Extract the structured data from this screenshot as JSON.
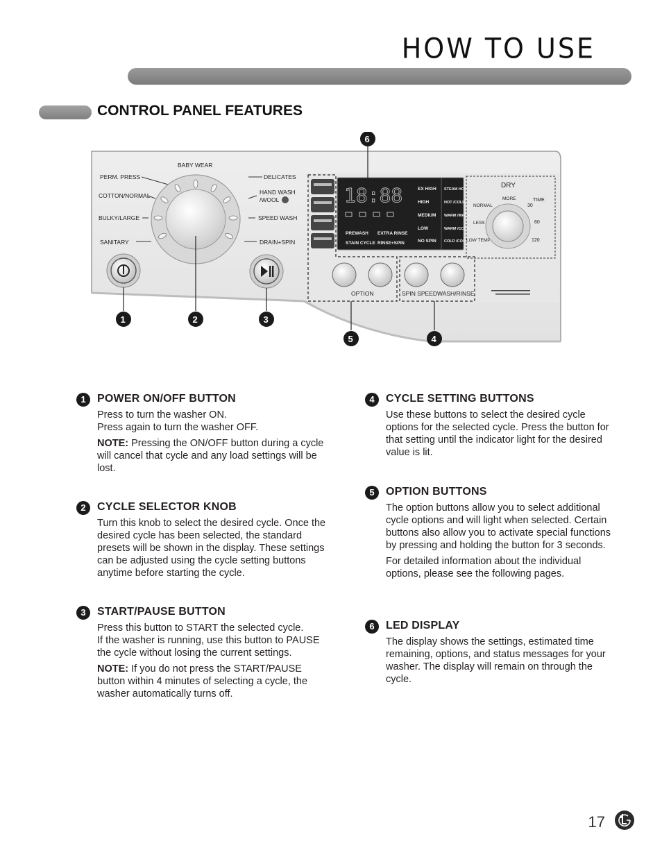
{
  "header": {
    "title": "HOW TO USE"
  },
  "section": {
    "title": "CONTROL PANEL FEATURES"
  },
  "panel": {
    "dial_labels": {
      "baby_wear": "BABY WEAR",
      "perm_press": "PERM. PRESS",
      "delicates": "DELICATES",
      "cotton_normal": "COTTON/NORMAL",
      "hand_wash": "HAND WASH",
      "wool": "/WOOL",
      "bulky_large": "BULKY/LARGE",
      "speed_wash": "SPEED WASH",
      "sanitary": "SANITARY",
      "drain_spin": "DRAIN+SPIN"
    },
    "display_time": "18:88",
    "spin_levels": [
      "EX HIGH",
      "HIGH",
      "MEDIUM",
      "LOW",
      "NO SPIN"
    ],
    "temps": [
      "STEAM HOT",
      "HOT /COLD",
      "WARM /WARM",
      "WARM /COLD",
      "COLD /COLD"
    ],
    "lcd_options": [
      "PREWASH",
      "EXTRA RINSE",
      "STAIN CYCLE",
      "RINSE+SPIN"
    ],
    "dry": {
      "title": "DRY",
      "normal": "NORMAL",
      "more": "MORE",
      "less": "LESS",
      "time": "TIME",
      "low_temp": "LOW TEMP",
      "t30": "30",
      "t60": "60",
      "t120": "120"
    },
    "button_labels": {
      "option": "OPTION",
      "spin_speed": "SPIN SPEED",
      "wash_rinse": "WASH/RINSE"
    },
    "callouts": [
      "1",
      "2",
      "3",
      "4",
      "5",
      "6"
    ]
  },
  "items": [
    {
      "num": "1",
      "title": "POWER ON/OFF BUTTON",
      "lines": [
        "Press to turn the washer ON.",
        "Press again to turn the washer OFF."
      ],
      "note_label": "NOTE:",
      "note": "Pressing the ON/OFF button during a cycle will cancel that cycle and any load settings will be lost."
    },
    {
      "num": "2",
      "title": "CYCLE SELECTOR KNOB",
      "body": "Turn this knob to select the desired cycle. Once the desired cycle has been selected, the standard presets will be shown in the display. These settings can be adjusted using the cycle setting buttons anytime before starting the cycle."
    },
    {
      "num": "3",
      "title": "START/PAUSE BUTTON",
      "lines": [
        "Press this button to START the selected cycle.",
        "If the washer is running, use this button to PAUSE the cycle without losing the current settings."
      ],
      "note_label": "NOTE:",
      "note": "If you do not press the START/PAUSE button within 4 minutes of selecting a cycle, the washer automatically turns off."
    },
    {
      "num": "4",
      "title": "CYCLE SETTING BUTTONS",
      "body": "Use these buttons to select the desired cycle options for the selected cycle. Press the button for that setting until the indicator light for the desired value is lit."
    },
    {
      "num": "5",
      "title": "OPTION BUTTONS",
      "body": "The option buttons allow you to select additional cycle options and will light when selected. Certain buttons also allow you to activate special functions by pressing and holding the button for 3 seconds.",
      "body2": "For detailed information about the individual options, please see the following pages."
    },
    {
      "num": "6",
      "title": "LED DISPLAY",
      "body": "The display shows the settings, estimated time remaining, options, and status messages for your washer. The display will remain on through the cycle."
    }
  ],
  "page_number": "17"
}
